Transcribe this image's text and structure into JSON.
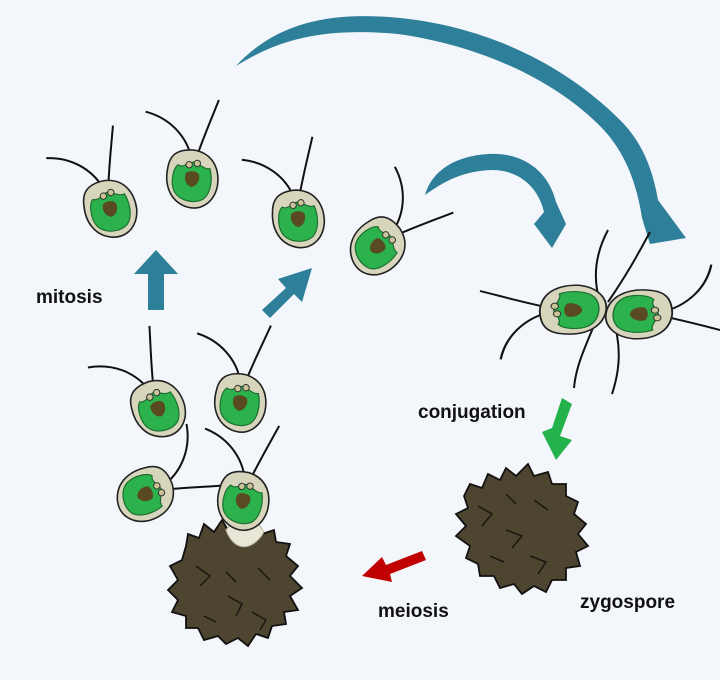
{
  "labels": {
    "mitosis": "mitosis",
    "conjugation": "conjugation",
    "meiosis": "meiosis",
    "zygospore": "zygospore"
  },
  "colors": {
    "background": "#f3f6fb",
    "cell_wall": "#d8d5bd",
    "chloroplast": "#2bb24c",
    "pyrenoid": "#5a4a22",
    "zygospore": "#4e4530",
    "arrow_teal": "#2e7f99",
    "arrow_green": "#23b24b",
    "arrow_red": "#c00000"
  },
  "icons": [
    "chlamydomonas-cell-icon",
    "zygospore-icon",
    "arrow-icon"
  ]
}
